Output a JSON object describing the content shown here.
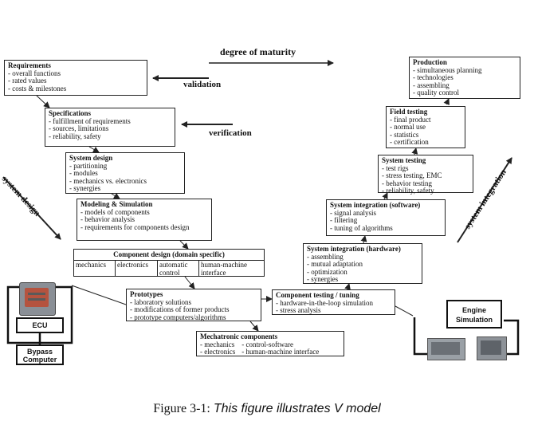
{
  "diagram": {
    "top_labels": {
      "degree_of_maturity": "degree of maturity",
      "validation": "validation",
      "verification": "verification",
      "system_design": "system design",
      "system_integration": "system integration"
    },
    "left_branch": {
      "requirements": {
        "title": "Requirements",
        "items": [
          "overall functions",
          "rated values",
          "costs & milestones"
        ]
      },
      "specifications": {
        "title": "Specifications",
        "items": [
          "fulfillment of requirements",
          "sources, limitations",
          "reliability, safety"
        ]
      },
      "system_design": {
        "title": "System design",
        "items": [
          "partitioning",
          "modules",
          "mechanics vs. electronics",
          "synergies"
        ]
      },
      "modeling_simulation": {
        "title": "Modeling & Simulation",
        "items": [
          "models of components",
          "behavior analysis",
          "requirements for components design"
        ]
      },
      "component_design": {
        "title": "Component design (domain specific)",
        "cells": [
          "mechanics",
          "electronics",
          "automatic control",
          "human-machine interface"
        ]
      }
    },
    "bottom": {
      "prototypes": {
        "title": "Prototypes",
        "items": [
          "laboratory solutions",
          "modifications of former products",
          "prototype computers/algorithms"
        ]
      },
      "mechatronic_components": {
        "title": "Mechatronic components",
        "items": [
          "mechanics",
          "electronics",
          "control-software",
          "human-machine interface"
        ]
      },
      "component_testing": {
        "title": "Component testing / tuning",
        "items": [
          "hardware-in-the-loop simulation",
          "stress analysis"
        ]
      }
    },
    "right_branch": {
      "system_integration_hw": {
        "title": "System integration (hardware)",
        "items": [
          "assembling",
          "mutual adaptation",
          "optimization",
          "synergies"
        ]
      },
      "system_integration_sw": {
        "title": "System integration (software)",
        "items": [
          "signal analysis",
          "filtering",
          "tuning of algorithms"
        ]
      },
      "system_testing": {
        "title": "System testing",
        "items": [
          "test rigs",
          "stress testing, EMC",
          "behavior testing",
          "reliability, safety"
        ]
      },
      "field_testing": {
        "title": "Field testing",
        "items": [
          "final product",
          "normal use",
          "statistics",
          "certification"
        ]
      },
      "production": {
        "title": "Production",
        "items": [
          "simultaneous planning",
          "technologies",
          "assembling",
          "quality control"
        ]
      }
    },
    "left_inset": {
      "ecu": "ECU",
      "bypass_computer": "Bypass Computer"
    },
    "right_inset": {
      "engine_simulation": "Engine Simulation"
    }
  },
  "caption": {
    "prefix": "Figure 3-1:",
    "text": "This figure illustrates V model"
  }
}
